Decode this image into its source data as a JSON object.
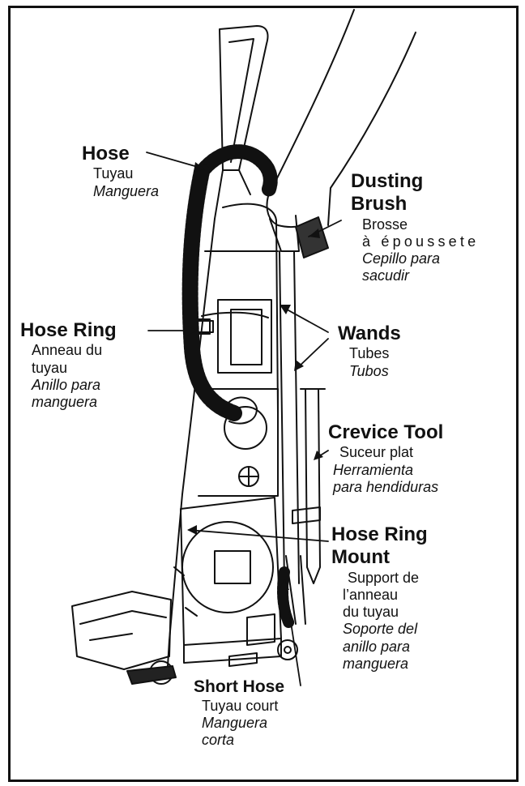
{
  "labels": {
    "hose": {
      "en": "Hose",
      "fr": "Tuyau",
      "es": "Manguera"
    },
    "dusting_brush": {
      "en_1": "Dusting",
      "en_2": "Brush",
      "fr_1": "Brosse",
      "fr_2": "à époussete",
      "es_1": "Cepillo para",
      "es_2": "sacudir"
    },
    "hose_ring": {
      "en": "Hose Ring",
      "fr_1": "Anneau du",
      "fr_2": "tuyau",
      "es_1": "Anillo para",
      "es_2": "manguera"
    },
    "wands": {
      "en": "Wands",
      "fr": "Tubes",
      "es": "Tubos"
    },
    "crevice_tool": {
      "en": "Crevice Tool",
      "fr": "Suceur plat",
      "es_1": "Herramienta",
      "es_2": "para hendiduras"
    },
    "hose_ring_mount": {
      "en_1": "Hose Ring",
      "en_2": "Mount",
      "fr_1": "Support de",
      "fr_2": "l’anneau",
      "fr_3": "du tuyau",
      "es_1": "Soporte del",
      "es_2": "anillo para",
      "es_3": "manguera"
    },
    "short_hose": {
      "en": "Short Hose",
      "fr": "Tuyau court",
      "es_1": "Manguera",
      "es_2": "corta"
    }
  }
}
